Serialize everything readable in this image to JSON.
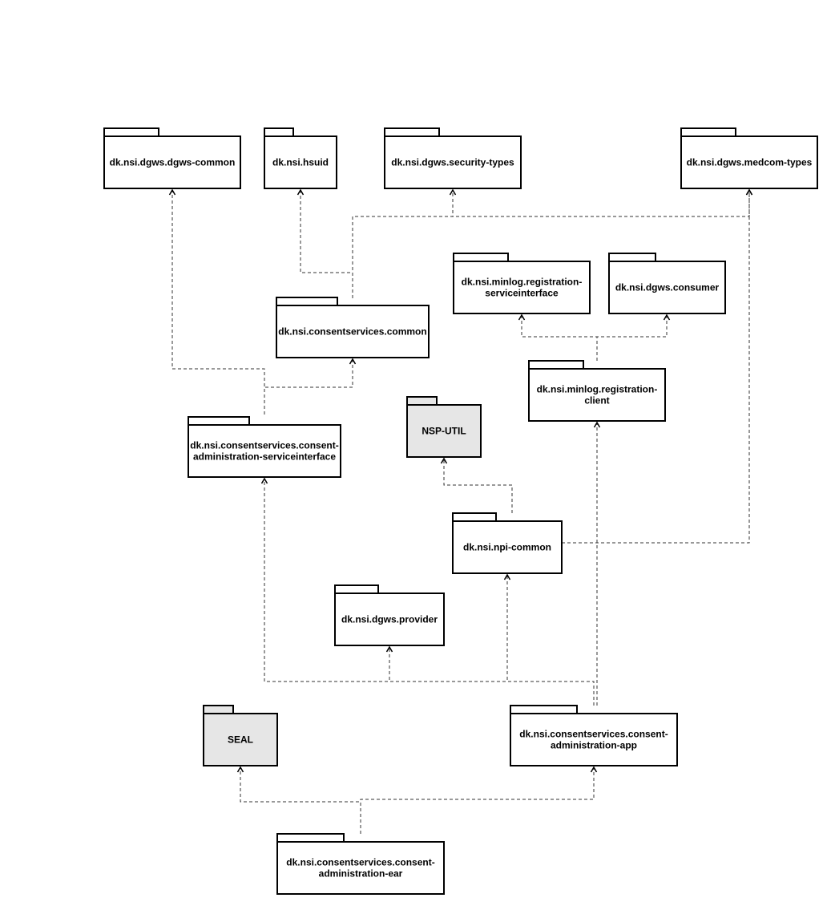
{
  "packages": [
    {
      "id": "dgws-common",
      "lines": [
        "dk.nsi.dgws.dgws-common"
      ],
      "external": false
    },
    {
      "id": "hsuid",
      "lines": [
        "dk.nsi.hsuid"
      ],
      "external": false
    },
    {
      "id": "security-types",
      "lines": [
        "dk.nsi.dgws.security-types"
      ],
      "external": false
    },
    {
      "id": "medcom-types",
      "lines": [
        "dk.nsi.dgws.medcom-types"
      ],
      "external": false
    },
    {
      "id": "minlog-serviceinterface",
      "lines": [
        "dk.nsi.minlog.registration-",
        "serviceinterface"
      ],
      "external": false
    },
    {
      "id": "dgws-consumer",
      "lines": [
        "dk.nsi.dgws.consumer"
      ],
      "external": false
    },
    {
      "id": "consentservices-common",
      "lines": [
        "dk.nsi.consentservices.common"
      ],
      "external": false
    },
    {
      "id": "minlog-client",
      "lines": [
        "dk.nsi.minlog.registration-",
        "client"
      ],
      "external": false
    },
    {
      "id": "consent-admin-serviceinterface",
      "lines": [
        "dk.nsi.consentservices.consent-",
        "administration-serviceinterface"
      ],
      "external": false
    },
    {
      "id": "nsp-util",
      "lines": [
        "NSP-UTIL"
      ],
      "external": true
    },
    {
      "id": "npi-common",
      "lines": [
        "dk.nsi.npi-common"
      ],
      "external": false
    },
    {
      "id": "dgws-provider",
      "lines": [
        "dk.nsi.dgws.provider"
      ],
      "external": false
    },
    {
      "id": "seal",
      "lines": [
        "SEAL"
      ],
      "external": true
    },
    {
      "id": "consent-admin-app",
      "lines": [
        "dk.nsi.consentservices.consent-",
        "administration-app"
      ],
      "external": false
    },
    {
      "id": "consent-admin-ear",
      "lines": [
        "dk.nsi.consentservices.consent-",
        "administration-ear"
      ],
      "external": false
    }
  ],
  "dependencies": [
    {
      "from": "consentservices-common",
      "to": "security-types"
    },
    {
      "from": "consentservices-common",
      "to": "medcom-types"
    },
    {
      "from": "consentservices-common",
      "to": "hsuid"
    },
    {
      "from": "consent-admin-serviceinterface",
      "to": "dgws-common"
    },
    {
      "from": "consent-admin-serviceinterface",
      "to": "consentservices-common"
    },
    {
      "from": "minlog-client",
      "to": "minlog-serviceinterface"
    },
    {
      "from": "minlog-client",
      "to": "dgws-consumer"
    },
    {
      "from": "npi-common",
      "to": "nsp-util"
    },
    {
      "from": "npi-common",
      "to": "medcom-types"
    },
    {
      "from": "consent-admin-app",
      "to": "consent-admin-serviceinterface"
    },
    {
      "from": "consent-admin-app",
      "to": "dgws-provider"
    },
    {
      "from": "consent-admin-app",
      "to": "npi-common"
    },
    {
      "from": "consent-admin-app",
      "to": "minlog-client"
    },
    {
      "from": "consent-admin-ear",
      "to": "seal"
    },
    {
      "from": "consent-admin-ear",
      "to": "consent-admin-app"
    }
  ]
}
